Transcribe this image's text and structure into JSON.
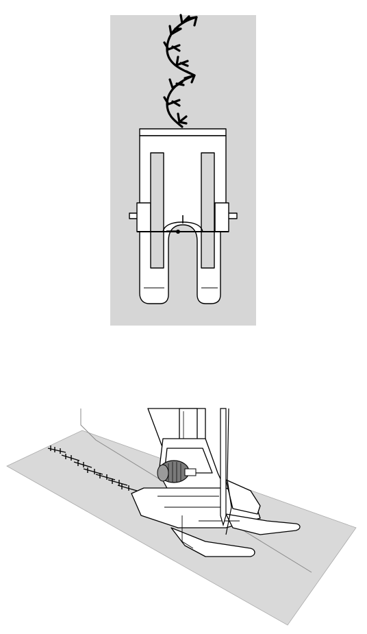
{
  "colors": {
    "background": "#ffffff",
    "panel_gray": "#d6d6d6",
    "fabric_gray": "#d9d9d9",
    "foot_fill": "#ffffff",
    "line": "#000000",
    "knob": "#7a7a7a"
  },
  "figures": [
    {
      "name": "presser-foot-top-view",
      "icon": "presser-foot-with-feather-stitch"
    },
    {
      "name": "presser-foot-sewing-view",
      "icon": "presser-foot-sewing-fabric-with-stitch"
    }
  ]
}
